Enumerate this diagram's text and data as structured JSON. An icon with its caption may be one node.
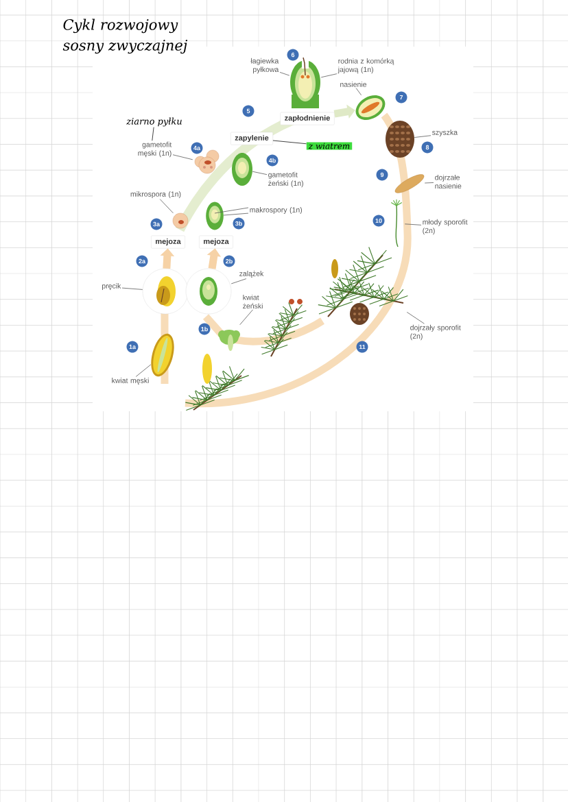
{
  "diagram": {
    "title": "Cykl rozwojowy sosny zwyczajnej",
    "nodes": [
      {
        "text": [
          "6"
        ]
      },
      {
        "text": [
          "łagiewka pyłkowa"
        ]
      },
      {
        "text": [
          "rodnia z komórką jajową (1n)"
        ]
      },
      {
        "text": [],
        "shape": "picture"
      },
      {
        "text": [
          "nasienie"
        ]
      },
      {
        "text": [
          "5"
        ]
      },
      {
        "text": [
          "zapłodnienie"
        ]
      },
      {
        "text": [],
        "shape": "picture"
      },
      {
        "text": [
          "7"
        ]
      },
      {
        "text": [
          "ziarno pyłku"
        ]
      },
      {
        "text": [
          "szyszka"
        ]
      },
      {
        "text": [],
        "shape": "picture"
      },
      {
        "text": [
          "zapylenie"
        ]
      },
      {
        "text": [
          "z wiatrem"
        ]
      },
      {
        "text": [
          "gametofit męski (1n)"
        ]
      },
      {
        "text": [
          "4a"
        ]
      },
      {
        "text": [],
        "shape": "picture"
      },
      {
        "text": [
          "8"
        ]
      },
      {
        "text": [],
        "shape": "picture"
      },
      {
        "text": [
          "4b"
        ]
      },
      {
        "text": [
          "gametofit żeński (1n)"
        ]
      },
      {
        "text": [
          "9"
        ]
      },
      {
        "text": [],
        "shape": "picture"
      },
      {
        "text": [
          "dojrzałe nasienie"
        ]
      },
      {
        "text": [
          "mikrospora (1n)"
        ]
      },
      {
        "text": [
          "makrospory (1n)"
        ]
      },
      {
        "text": [],
        "shape": "picture"
      },
      {
        "text": [
          "3a"
        ]
      },
      {
        "text": [],
        "shape": "picture"
      },
      {
        "text": [
          "3b"
        ]
      },
      {
        "text": [
          "10"
        ]
      },
      {
        "text": [],
        "shape": "picture"
      },
      {
        "text": [
          "młody sporofit (2n)"
        ]
      },
      {
        "text": [
          "mejoza"
        ]
      },
      {
        "text": [
          "mejoza"
        ]
      },
      {
        "text": [
          "2a"
        ]
      },
      {
        "text": [
          "2b"
        ]
      },
      {
        "text": [],
        "shape": "picture"
      },
      {
        "text": [
          "pręcik"
        ]
      },
      {
        "text": [],
        "shape": "picture"
      },
      {
        "text": [
          "zalążek"
        ]
      },
      {
        "text": [
          "kwiat żeński"
        ]
      },
      {
        "text": [],
        "shape": "picture"
      },
      {
        "text": [],
        "shape": "picture"
      },
      {
        "text": [
          "1b"
        ]
      },
      {
        "text": [],
        "shape": "picture"
      },
      {
        "text": [
          "dojrzały sporofit (2n)"
        ]
      },
      {
        "text": [
          "1a"
        ]
      },
      {
        "text": [
          "11"
        ]
      },
      {
        "text": [],
        "shape": "picture"
      },
      {
        "text": [
          "kwiat męski"
        ]
      },
      {
        "text": [],
        "shape": "picture"
      }
    ],
    "edges": [
      {
        "from": 1,
        "to": 3,
        "arrow": "none"
      },
      {
        "from": 2,
        "to": 3,
        "arrow": "none"
      },
      {
        "from": 4,
        "to": 7,
        "arrow": "none"
      },
      {
        "from": 10,
        "to": 11,
        "arrow": "none"
      },
      {
        "from": 9,
        "to": 14,
        "arrow": "none",
        "color": "#111111"
      },
      {
        "from": 13,
        "to": 12,
        "arrow": "none",
        "color": "#111111"
      },
      {
        "from": 14,
        "to": 16,
        "arrow": "none"
      },
      {
        "from": 20,
        "to": 18,
        "arrow": "none"
      },
      {
        "from": 23,
        "to": 22,
        "arrow": "none"
      },
      {
        "from": 24,
        "to": 28,
        "arrow": "none"
      },
      {
        "from": 25,
        "to": 26,
        "arrow": "none"
      },
      {
        "from": 25,
        "to": 26,
        "arrow": "none"
      },
      {
        "from": 32,
        "to": 31,
        "arrow": "none"
      },
      {
        "from": 38,
        "to": 37,
        "arrow": "none"
      },
      {
        "from": 40,
        "to": 39,
        "arrow": "none"
      },
      {
        "from": 41,
        "to": 43,
        "arrow": "none"
      },
      {
        "from": 46,
        "to": 42,
        "arrow": "none"
      },
      {
        "from": 50,
        "to": 49,
        "arrow": "none"
      },
      {
        "from": 37,
        "to": 33,
        "arrow": "to",
        "style": "thick",
        "color": "#f6d2a6"
      },
      {
        "from": 39,
        "to": 34,
        "arrow": "to",
        "style": "thick",
        "color": "#f6d2a6"
      },
      {
        "from": 6,
        "to": 7,
        "arrow": "to",
        "style": "thick",
        "color": "#dfe9c6"
      }
    ]
  }
}
